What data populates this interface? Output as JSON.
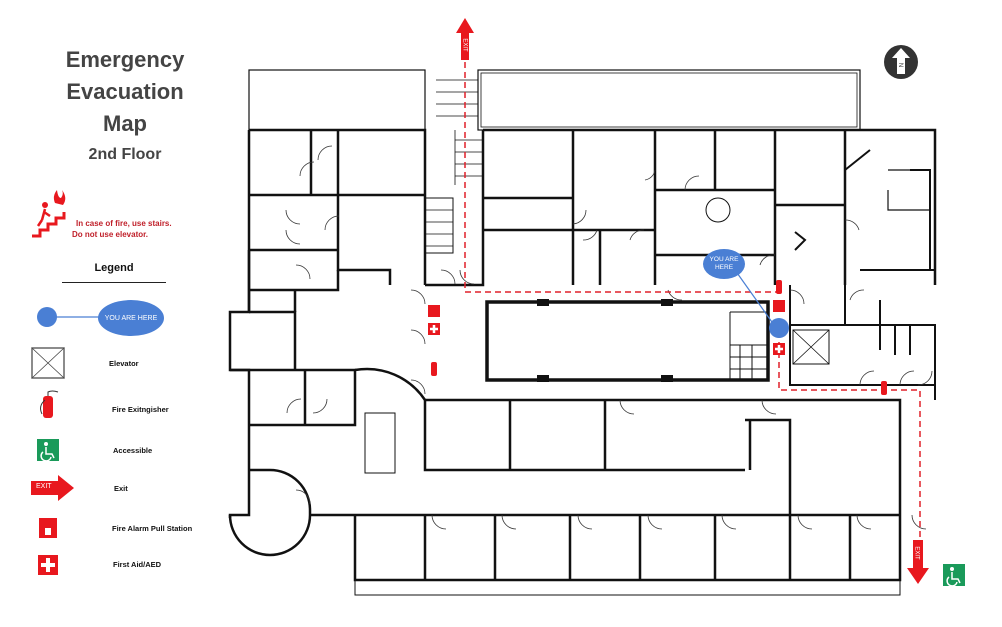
{
  "header": {
    "title_lines": [
      "Emergency",
      "Evacuation",
      "Map"
    ],
    "floor": "2nd Floor"
  },
  "warning": {
    "line1": "In case of fire, use stairs.",
    "line2": "Do not use elevator."
  },
  "legend": {
    "title": "Legend",
    "you_are_here": "YOU ARE HERE",
    "items": [
      {
        "icon": "elevator-icon",
        "label": "Elevator"
      },
      {
        "icon": "fire-extinguisher-icon",
        "label": "Fire Exitngisher"
      },
      {
        "icon": "accessible-icon",
        "label": "Accessible"
      },
      {
        "icon": "exit-arrow-icon",
        "label": "Exit"
      },
      {
        "icon": "fire-alarm-icon",
        "label": "Fire Alarm Pull Station"
      },
      {
        "icon": "first-aid-icon",
        "label": "First Aid/AED"
      }
    ],
    "exit_arrow_text": "EXIT"
  },
  "map": {
    "you_are_here": "YOU ARE HERE",
    "exit_top": "EXIT",
    "exit_bottom": "EXIT",
    "north": "N"
  },
  "colors": {
    "route": "#e0202a",
    "marker": "#4a7fd4",
    "accessible": "#1a9a5a"
  }
}
